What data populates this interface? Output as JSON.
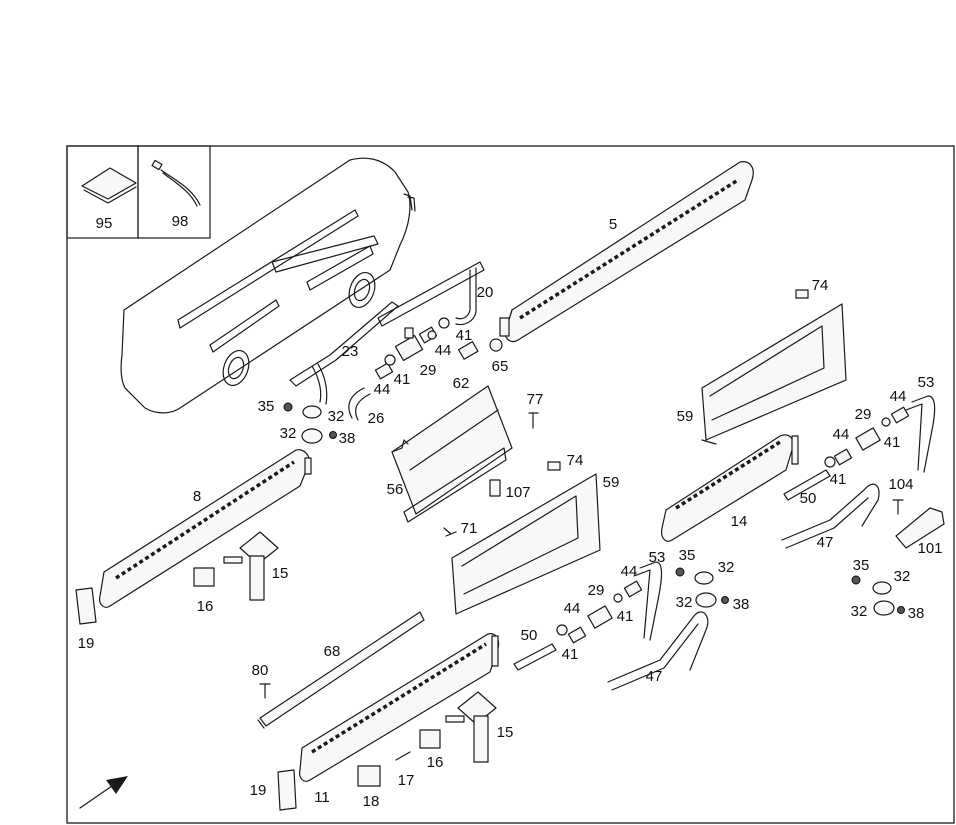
{
  "labels": {
    "p95": "95",
    "p98": "98",
    "p5": "5",
    "p20": "20",
    "p23": "23",
    "p44a": "44",
    "p41a": "41",
    "p29a": "29",
    "p44b": "44",
    "p41b": "41",
    "p62": "62",
    "p65": "65",
    "p26": "26",
    "p35a": "35",
    "p32a": "32",
    "p32b": "32",
    "p38a": "38",
    "p74a": "74",
    "p59a": "59",
    "p53a": "53",
    "p44c": "44",
    "p29b": "29",
    "p44d": "44",
    "p41c": "41",
    "p41d": "41",
    "p77": "77",
    "p74b": "74",
    "p56": "56",
    "p107": "107",
    "p59b": "59",
    "p8": "8",
    "p50a": "50",
    "p14": "14",
    "p104": "104",
    "p47a": "47",
    "p101": "101",
    "p71": "71",
    "p15a": "15",
    "p16a": "16",
    "p19a": "19",
    "p53b": "53",
    "p35b": "35",
    "p32c": "32",
    "p44e": "44",
    "p29c": "29",
    "p32d": "32",
    "p38b": "38",
    "p35c": "35",
    "p32e": "32",
    "p32f": "32",
    "p38c": "38",
    "p41e": "41",
    "p44f": "44",
    "p50b": "50",
    "p41f": "41",
    "p47b": "47",
    "p68": "68",
    "p80": "80",
    "p15b": "15",
    "p16b": "16",
    "p17": "17",
    "p18": "18",
    "p19b": "19",
    "p11": "11"
  }
}
